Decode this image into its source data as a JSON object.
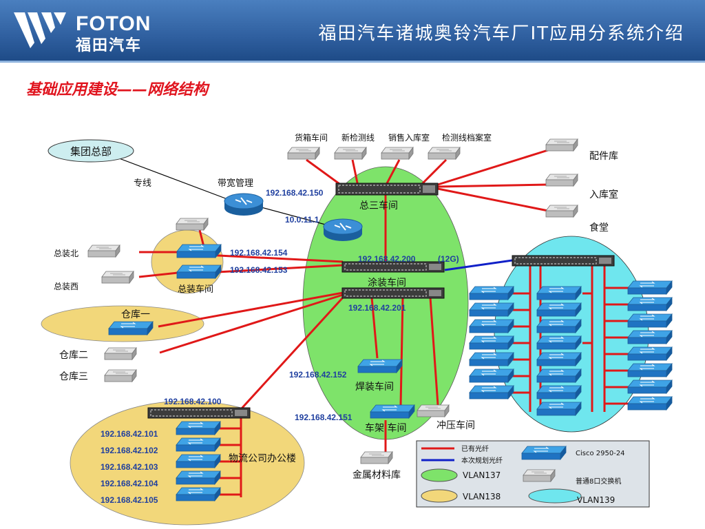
{
  "header": {
    "brand_en": "FOTON",
    "brand_cn": "福田汽车",
    "title": "福田汽车诸城奥铃汽车厂IT应用分系统介绍"
  },
  "section_title": "基础应用建设——网络结构",
  "labels": {
    "group_hq": "集团总部",
    "leased_line": "专线",
    "bandwidth_mgmt": "带宽管理",
    "ws_huoxiang": "货箱车间",
    "ws_xinjiance": "新检测线",
    "ws_xiaoshou": "销售入库室",
    "ws_jiancedangan": "检测线档案室",
    "peijianku": "配件库",
    "rukushi": "入库室",
    "shitang": "食堂",
    "zongsan": "总三车间",
    "tuzhuang": "涂装车间",
    "zongzhuang_bei": "总装北",
    "zongzhuang_xi": "总装西",
    "zongzhuang": "总装车间",
    "cangku1": "仓库一",
    "cangku2": "仓库二",
    "cangku3": "仓库三",
    "hanzhuang": "焊装车间",
    "chejia": "车架 车间",
    "chongya": "冲压车间",
    "jinshu": "金属材料库",
    "wuliu": "物流公司办公楼",
    "gbps": "(12G)"
  },
  "ips": {
    "zongsan": "192.168.42.150",
    "router": "10.0.11.1",
    "zz1": "192.168.42.154",
    "zz2": "192.168.42.153",
    "core": "192.168.42.200",
    "tz": "192.168.42.201",
    "hz": "192.168.42.152",
    "cj": "192.168.42.151",
    "wl_core": "192.168.42.100",
    "wl1": "192.168.42.101",
    "wl2": "192.168.42.102",
    "wl3": "192.168.42.103",
    "wl4": "192.168.42.104",
    "wl5": "192.168.42.105"
  },
  "legend": {
    "existing_fiber": "已有光纤",
    "planned_fiber": "本次规划光纤",
    "cisco": "Cisco 2950-24",
    "vlan137": "VLAN137",
    "switch8": "普通8口交换机",
    "vlan138": "VLAN138",
    "vlan139": "VLAN139"
  },
  "colors": {
    "existing_fiber": "#e01818",
    "planned_fiber": "#1020c8",
    "vlan137": "#7ee36a",
    "vlan138": "#f2d77a",
    "vlan139": "#6fe6ee",
    "header_bg": "#2f5f9f",
    "section_title": "#e0141e"
  }
}
